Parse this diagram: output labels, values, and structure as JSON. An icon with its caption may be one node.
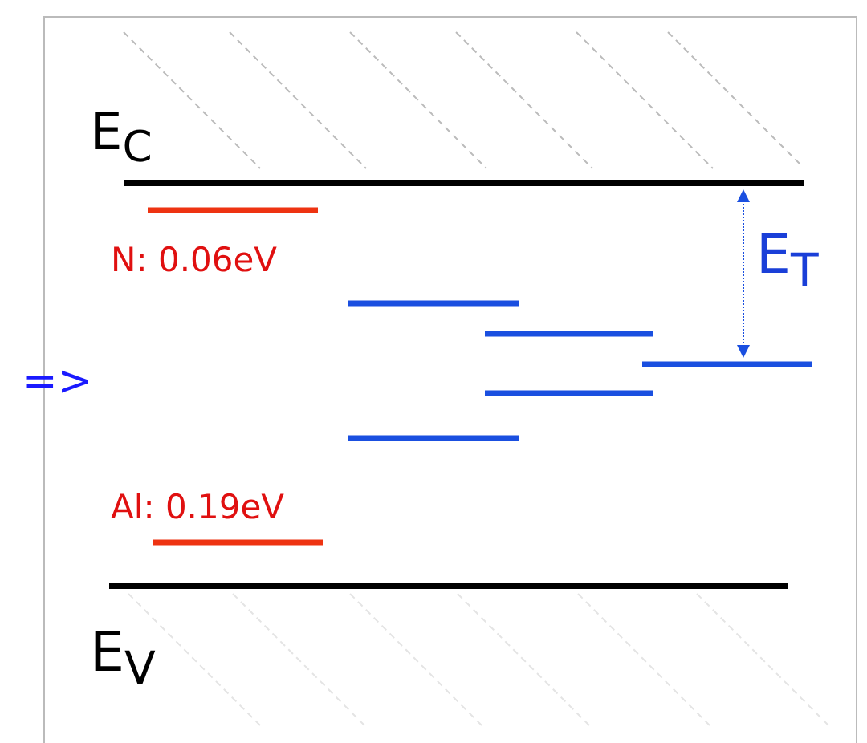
{
  "diagram": {
    "labels": [
      "E$_{C}$",
      "N: 0.06eV",
      "E$_{T}$",
      "=>",
      "Al: 0.19eV",
      "E$_{V}$"
    ]
  }
}
